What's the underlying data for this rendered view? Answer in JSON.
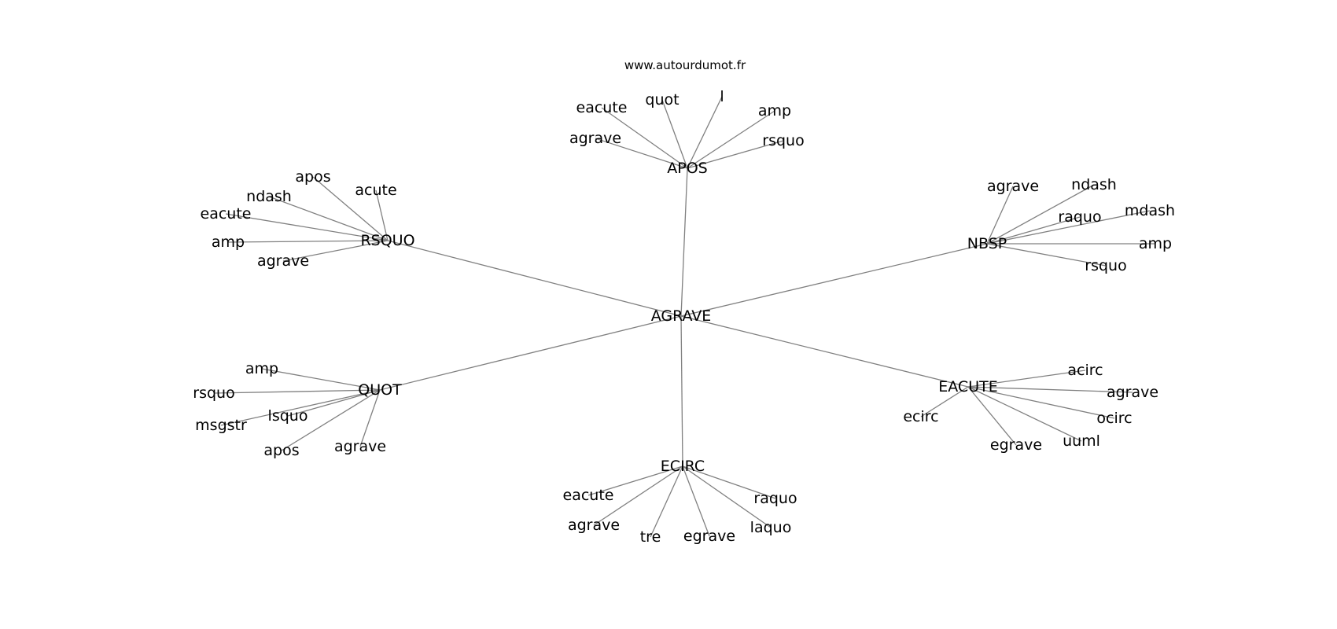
{
  "source": "www.autourdumot.fr",
  "colors": {
    "edge": "#808080",
    "text": "#000000",
    "background": "#ffffff"
  },
  "graph": {
    "center": "AGRAVE",
    "hubs": [
      {
        "label": "APOS",
        "leaves": [
          "eacute",
          "quot",
          "l",
          "amp",
          "agrave",
          "rsquo"
        ]
      },
      {
        "label": "RSQUO",
        "leaves": [
          "apos",
          "ndash",
          "acute",
          "eacute",
          "amp",
          "agrave"
        ]
      },
      {
        "label": "NBSP",
        "leaves": [
          "agrave",
          "ndash",
          "raquo",
          "mdash",
          "amp",
          "rsquo"
        ]
      },
      {
        "label": "QUOT",
        "leaves": [
          "amp",
          "rsquo",
          "lsquo",
          "msgstr",
          "apos",
          "agrave"
        ]
      },
      {
        "label": "EACUTE",
        "leaves": [
          "acirc",
          "agrave",
          "ecirc",
          "ocirc",
          "uuml",
          "egrave"
        ]
      },
      {
        "label": "ECIRC",
        "leaves": [
          "eacute",
          "raquo",
          "agrave",
          "tre",
          "egrave",
          "laquo"
        ]
      }
    ]
  }
}
